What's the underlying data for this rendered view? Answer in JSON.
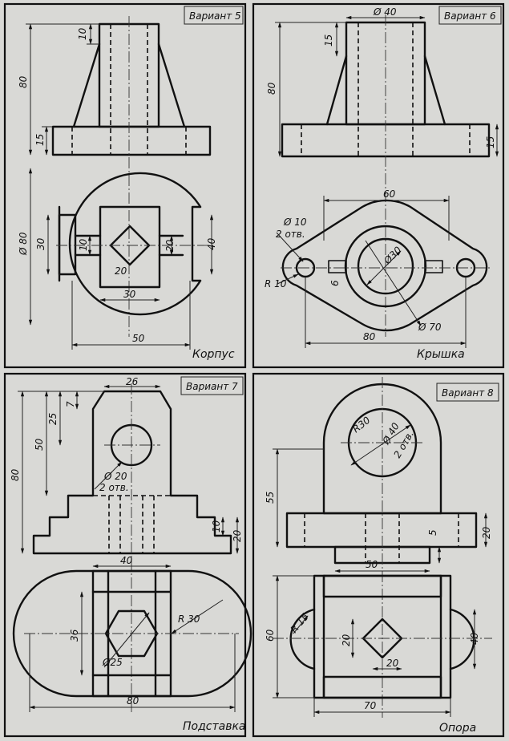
{
  "panels": {
    "v5": {
      "variant": "Вариант 5",
      "name": "Корпус",
      "dims": {
        "d10": "10",
        "d80": "80",
        "d15": "15",
        "dia80": "Ø 80",
        "d30": "30",
        "d10b": "10",
        "d20a": "20",
        "d20b": "20",
        "d40": "40",
        "d30b": "30",
        "d50": "50"
      }
    },
    "v6": {
      "variant": "Вариант 6",
      "name": "Крышка",
      "dims": {
        "dia40": "Ø 40",
        "d15": "15",
        "d80v": "80",
        "d15b": "15",
        "d60": "60",
        "dia10": "Ø 10",
        "holes": "2 отв.",
        "r10": "R 10",
        "d6": "6",
        "dia30": "Ø30",
        "dia70": "Ø 70",
        "d80": "80"
      }
    },
    "v7": {
      "variant": "Вариант 7",
      "name": "Подставка",
      "dims": {
        "d26": "26",
        "d7": "7",
        "d25": "25",
        "d50": "50",
        "d80": "80",
        "dia20": "Ø 20",
        "holes": "2 отв.",
        "d10": "10",
        "d20": "20",
        "d40": "40",
        "d36": "36",
        "r30": "R 30",
        "dia25": "Ø25",
        "d80b": "80"
      }
    },
    "v8": {
      "variant": "Вариант 8",
      "name": "Опора",
      "dims": {
        "r30": "R30",
        "dia40": "Ø 40",
        "holes": "2 отв.",
        "d55": "55",
        "d5": "5",
        "d20": "20",
        "d50": "50",
        "d60": "60",
        "r15": "R 15",
        "d20a": "20",
        "d20b": "20",
        "d40": "40",
        "d70": "70"
      }
    }
  }
}
